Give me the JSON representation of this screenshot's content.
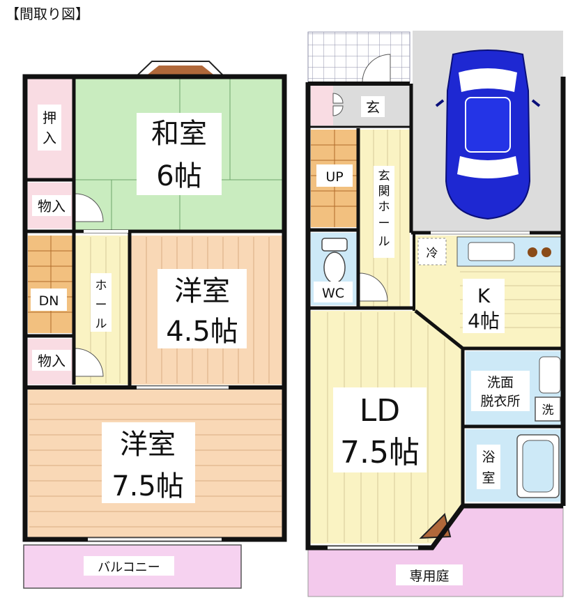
{
  "title": "【間取り図】",
  "rooms": {
    "washitsu": {
      "name": "和室",
      "size": "6帖"
    },
    "yoshitsu_small": {
      "name": "洋室",
      "size": "4.5帖"
    },
    "yoshitsu_large": {
      "name": "洋室",
      "size": "7.5帖"
    },
    "ld": {
      "name": "LD",
      "size": "7.5帖"
    },
    "kitchen": {
      "name": "K",
      "size": "4帖"
    },
    "senmen_1": "洗面",
    "senmen_2": "脱衣所",
    "bath_1": "浴",
    "bath_2": "室"
  },
  "labels": {
    "oshiire_1": "押",
    "oshiire_2": "入",
    "monoire_top": "物入",
    "monoire_bottom": "物入",
    "down": "DN",
    "up": "UP",
    "hall_upstairs": "ホール",
    "genkan": "玄",
    "genkan_hall": "玄関ホール",
    "wc": "WC",
    "fridge": "冷",
    "washer": "洗",
    "balcony": "バルコニー",
    "garden": "専用庭"
  },
  "colors": {
    "wall": "#111111",
    "washitsu": "#c9ecbf",
    "yoshitsu": "#f9d8b6",
    "ld_floor": "#faf3c3",
    "storage": "#f9dce3",
    "wet_area": "#cde9f7",
    "stairs": "#f2c07f",
    "garden": "#f3c9ec",
    "balcony": "#f6d2f0",
    "parking": "#dcdcdc",
    "car": "#1e28d2"
  }
}
